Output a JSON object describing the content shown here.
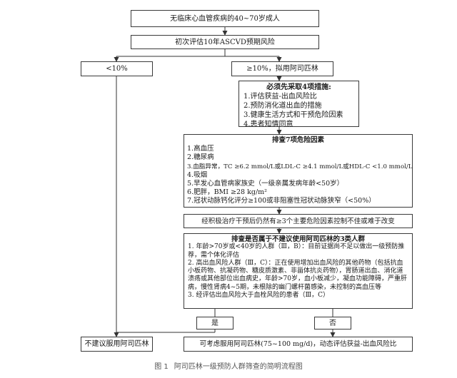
{
  "nodes": {
    "start": "无临床心血管疾病的40~70岁成人",
    "assess": "初次评估10年ASCVD预期风险",
    "low": "<10%",
    "high": "≥10%，拟用阿司匹林",
    "measures": {
      "title": "必须先采取4项措施:",
      "items": [
        "1.评估获益-出血风险比",
        "2.预防消化道出血的措施",
        "3.健康生活方式和干预危险因素",
        "4.患者知情同意"
      ]
    },
    "risk7": {
      "title": "排查7项危险因素",
      "items": [
        "1.高血压",
        "2.糖尿病",
        "3.血脂异常，TC ≥6.2 mmol/L或LDL-C ≥4.1 mmol/L或HDL-C <1.0 mmol/L",
        "4.吸烟",
        "5.早发心血管病家族史（一级亲属发病年龄<50岁）",
        "6.肥胖，BMI ≥28 kg/m²",
        "7.冠状动脉钙化评分≥100或非阻塞性冠状动脉狭窄（<50%）"
      ]
    },
    "uncontrolled": "经积极治疗干预后仍然有≥3个主要危险因素控制不佳或难于改变",
    "exclude": {
      "title": "排查是否属于不建议使用阿司匹林的3类人群",
      "items": [
        "1. 年龄>70岁或<40岁的人群（Ⅲ，B）：目前证据尚不足以做出一级预防推荐，需个体化评估",
        "2. 高出血风险人群（Ⅲ，C）：正在使用增加出血风险的其他药物（包括抗血小板药物、抗凝药物、糖皮质激素、非甾体抗炎药物），胃肠道出血、消化道溃疡或其他部位出血病史，年龄>70岁，血小板减少，凝血功能障碍，严重肝病，慢性肾病4~5期，未根除的幽门螺杆菌感染，未控制的高血压等",
        "3. 经评估出血风险大于血栓风险的患者（Ⅲ，C）"
      ]
    },
    "yes": "是",
    "no": "否",
    "no_aspirin": "不建议服用阿司匹林",
    "consider": "可考虑服用阿司匹林(75~100 mg/d)，动态评估获益-出血风险比"
  },
  "caption": {
    "figure": "图 1",
    "text": "阿司匹林一级预防人群筛查的简明流程图"
  }
}
